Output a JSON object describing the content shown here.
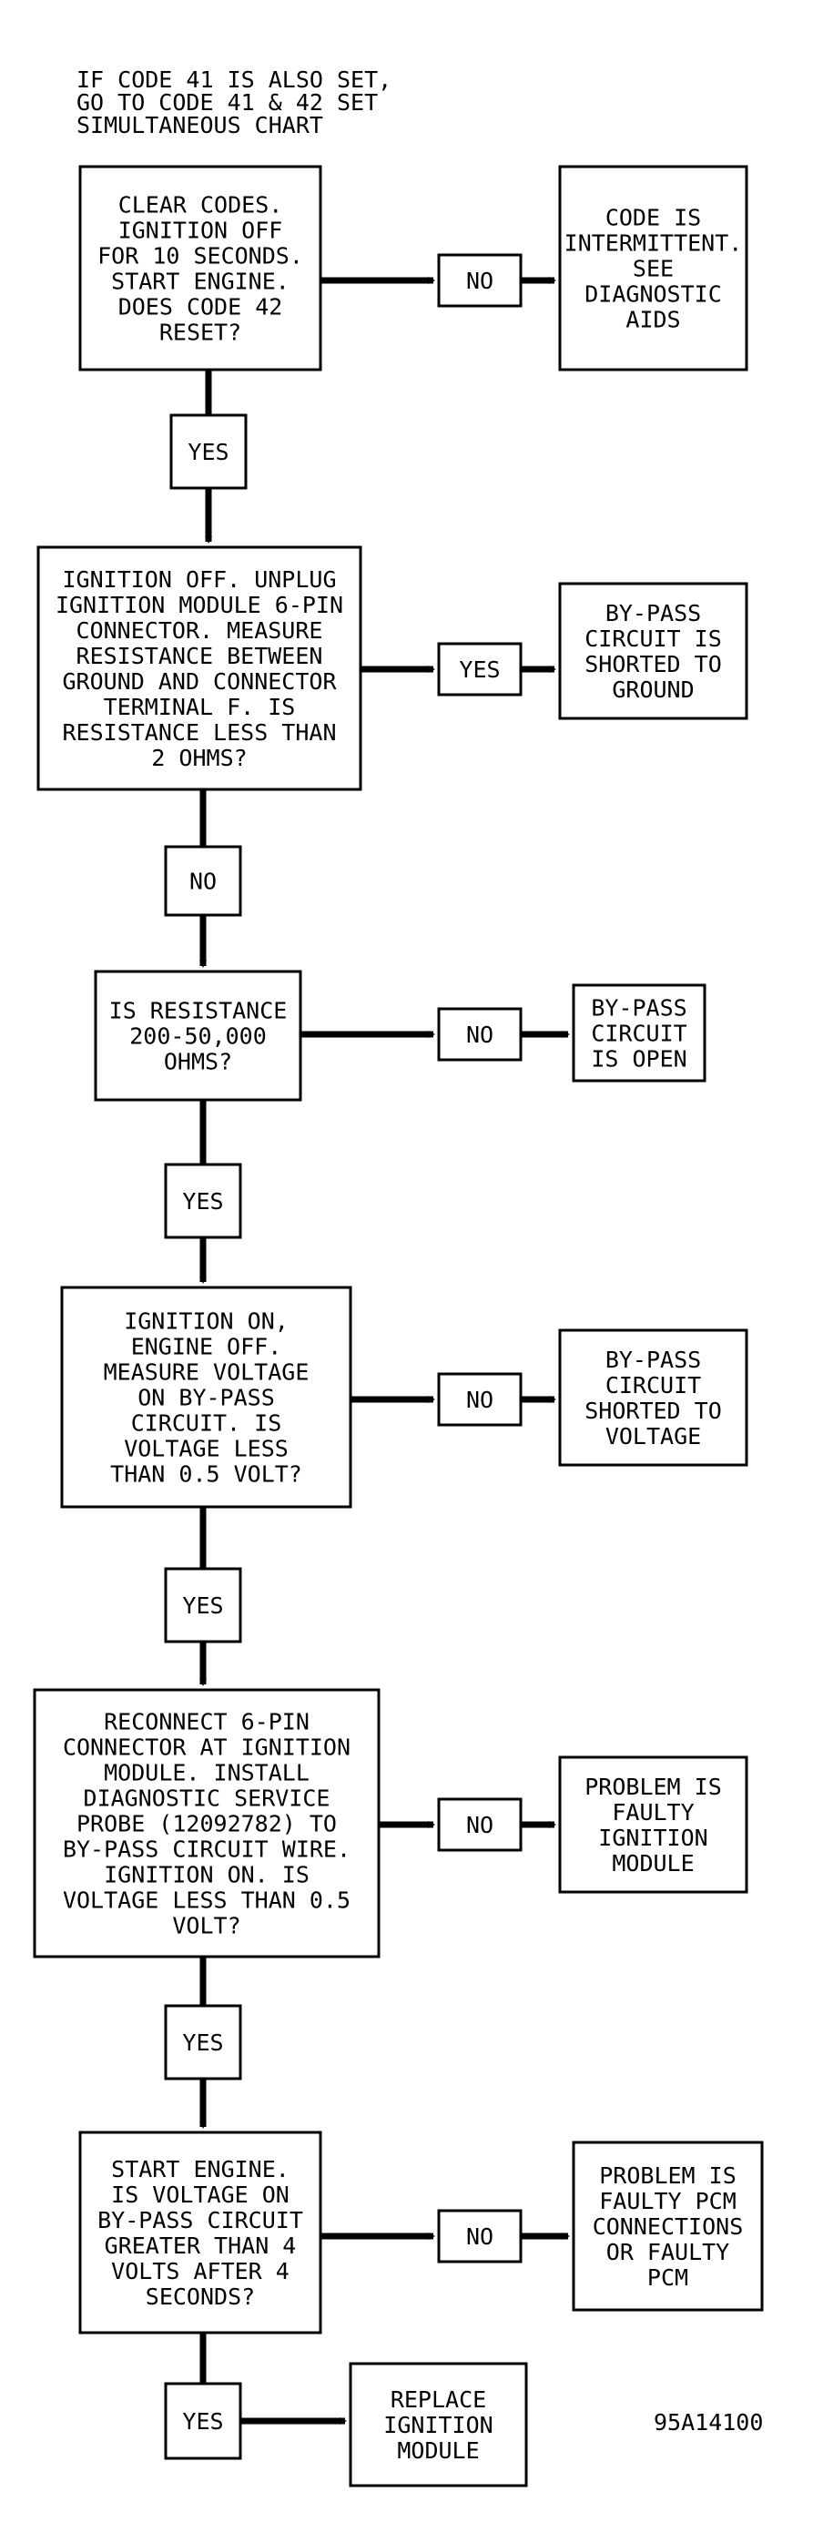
{
  "note": [
    "IF CODE 41 IS ALSO SET,",
    "GO TO CODE 41 & 42 SET",
    "SIMULTANEOUS CHART"
  ],
  "steps": [
    {
      "question": [
        "CLEAR CODES.",
        "IGNITION OFF",
        "FOR 10 SECONDS.",
        "START ENGINE.",
        "DOES CODE 42",
        "RESET?"
      ],
      "side_label": "NO",
      "result": [
        "CODE IS",
        "INTERMITTENT.",
        "SEE",
        "DIAGNOSTIC",
        "AIDS"
      ],
      "down_label": "YES"
    },
    {
      "question": [
        "IGNITION OFF. UNPLUG",
        "IGNITION MODULE 6-PIN",
        "CONNECTOR. MEASURE",
        "RESISTANCE BETWEEN",
        "GROUND AND CONNECTOR",
        "TERMINAL F. IS",
        "RESISTANCE LESS THAN",
        "2 OHMS?"
      ],
      "side_label": "YES",
      "result": [
        "BY-PASS",
        "CIRCUIT IS",
        "SHORTED TO",
        "GROUND"
      ],
      "down_label": "NO"
    },
    {
      "question": [
        "IS RESISTANCE",
        "200-50,000",
        "OHMS?"
      ],
      "side_label": "NO",
      "result": [
        "BY-PASS",
        "CIRCUIT",
        "IS OPEN"
      ],
      "down_label": "YES"
    },
    {
      "question": [
        "IGNITION ON,",
        "ENGINE OFF.",
        "MEASURE VOLTAGE",
        "ON BY-PASS",
        "CIRCUIT. IS",
        "VOLTAGE LESS",
        "THAN 0.5 VOLT?"
      ],
      "side_label": "NO",
      "result": [
        "BY-PASS",
        "CIRCUIT",
        "SHORTED TO",
        "VOLTAGE"
      ],
      "down_label": "YES"
    },
    {
      "question": [
        "RECONNECT 6-PIN",
        "CONNECTOR AT IGNITION",
        "MODULE. INSTALL",
        "DIAGNOSTIC SERVICE",
        "PROBE (12092782) TO",
        "BY-PASS CIRCUIT WIRE.",
        "IGNITION ON. IS",
        "VOLTAGE LESS THAN 0.5",
        "VOLT?"
      ],
      "side_label": "NO",
      "result": [
        "PROBLEM IS",
        "FAULTY",
        "IGNITION",
        "MODULE"
      ],
      "down_label": "YES"
    },
    {
      "question": [
        "START ENGINE.",
        "IS VOLTAGE ON",
        "BY-PASS CIRCUIT",
        "GREATER THAN 4",
        "VOLTS AFTER 4",
        "SECONDS?"
      ],
      "side_label": "NO",
      "result": [
        "PROBLEM IS",
        "FAULTY PCM",
        "CONNECTIONS",
        "OR FAULTY",
        "PCM"
      ],
      "down_label": "YES"
    }
  ],
  "final_action": [
    "REPLACE",
    "IGNITION",
    "MODULE"
  ],
  "figure_id": "95A14100"
}
